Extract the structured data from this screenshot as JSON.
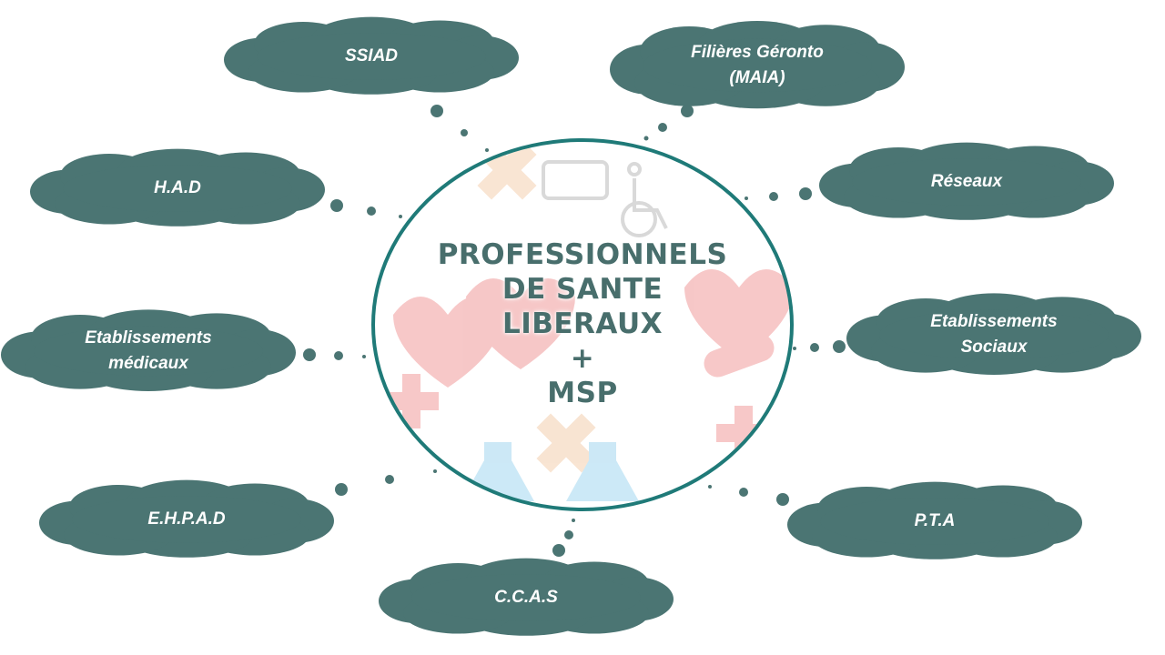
{
  "center": {
    "lines": [
      "PROFESSIONNELS",
      "DE SANTE",
      "LIBERAUX",
      "+",
      "MSP"
    ]
  },
  "nodes": [
    {
      "id": "ssiad",
      "lines": [
        "SSIAD"
      ]
    },
    {
      "id": "filieres",
      "lines": [
        "Filières Géronto",
        "(MAIA)"
      ]
    },
    {
      "id": "had",
      "lines": [
        "H.A.D"
      ]
    },
    {
      "id": "reseaux",
      "lines": [
        "Réseaux"
      ]
    },
    {
      "id": "etab-medicaux",
      "lines": [
        "Etablissements",
        "médicaux"
      ]
    },
    {
      "id": "etab-sociaux",
      "lines": [
        "Etablissements",
        "Sociaux"
      ]
    },
    {
      "id": "ehpad",
      "lines": [
        "E.H.P.A.D"
      ]
    },
    {
      "id": "pta",
      "lines": [
        "P.T.A"
      ]
    },
    {
      "id": "ccas",
      "lines": [
        "C.C.A.S"
      ]
    }
  ],
  "colors": {
    "cloud": "#4b7573",
    "ring": "#1f7a78",
    "title": "#486e6c"
  }
}
